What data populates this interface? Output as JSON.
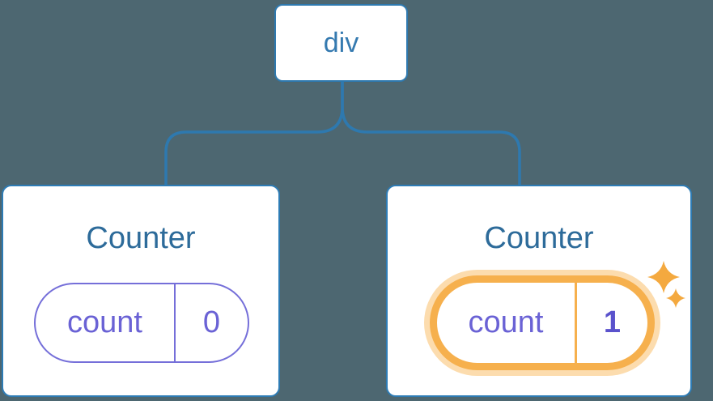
{
  "diagram": {
    "root": {
      "label": "div"
    },
    "children": [
      {
        "title": "Counter",
        "state": {
          "key": "count",
          "value": "0"
        },
        "highlighted": false
      },
      {
        "title": "Counter",
        "state": {
          "key": "count",
          "value": "1"
        },
        "highlighted": true
      }
    ]
  },
  "icons": {
    "sparkles": "sparkles-icon"
  },
  "colors": {
    "background": "#4d6771",
    "node_blue": "#2e79af",
    "card_border_blue": "#2e7cb5",
    "title_blue": "#2d6b9a",
    "state_purple": "#6a62d5",
    "state_purple_border": "#756fd9",
    "highlight_orange": "#f6b04d",
    "highlight_halo": "#fcdcae",
    "sparkle_orange": "#f4a93f",
    "card_background": "#ffffff"
  }
}
